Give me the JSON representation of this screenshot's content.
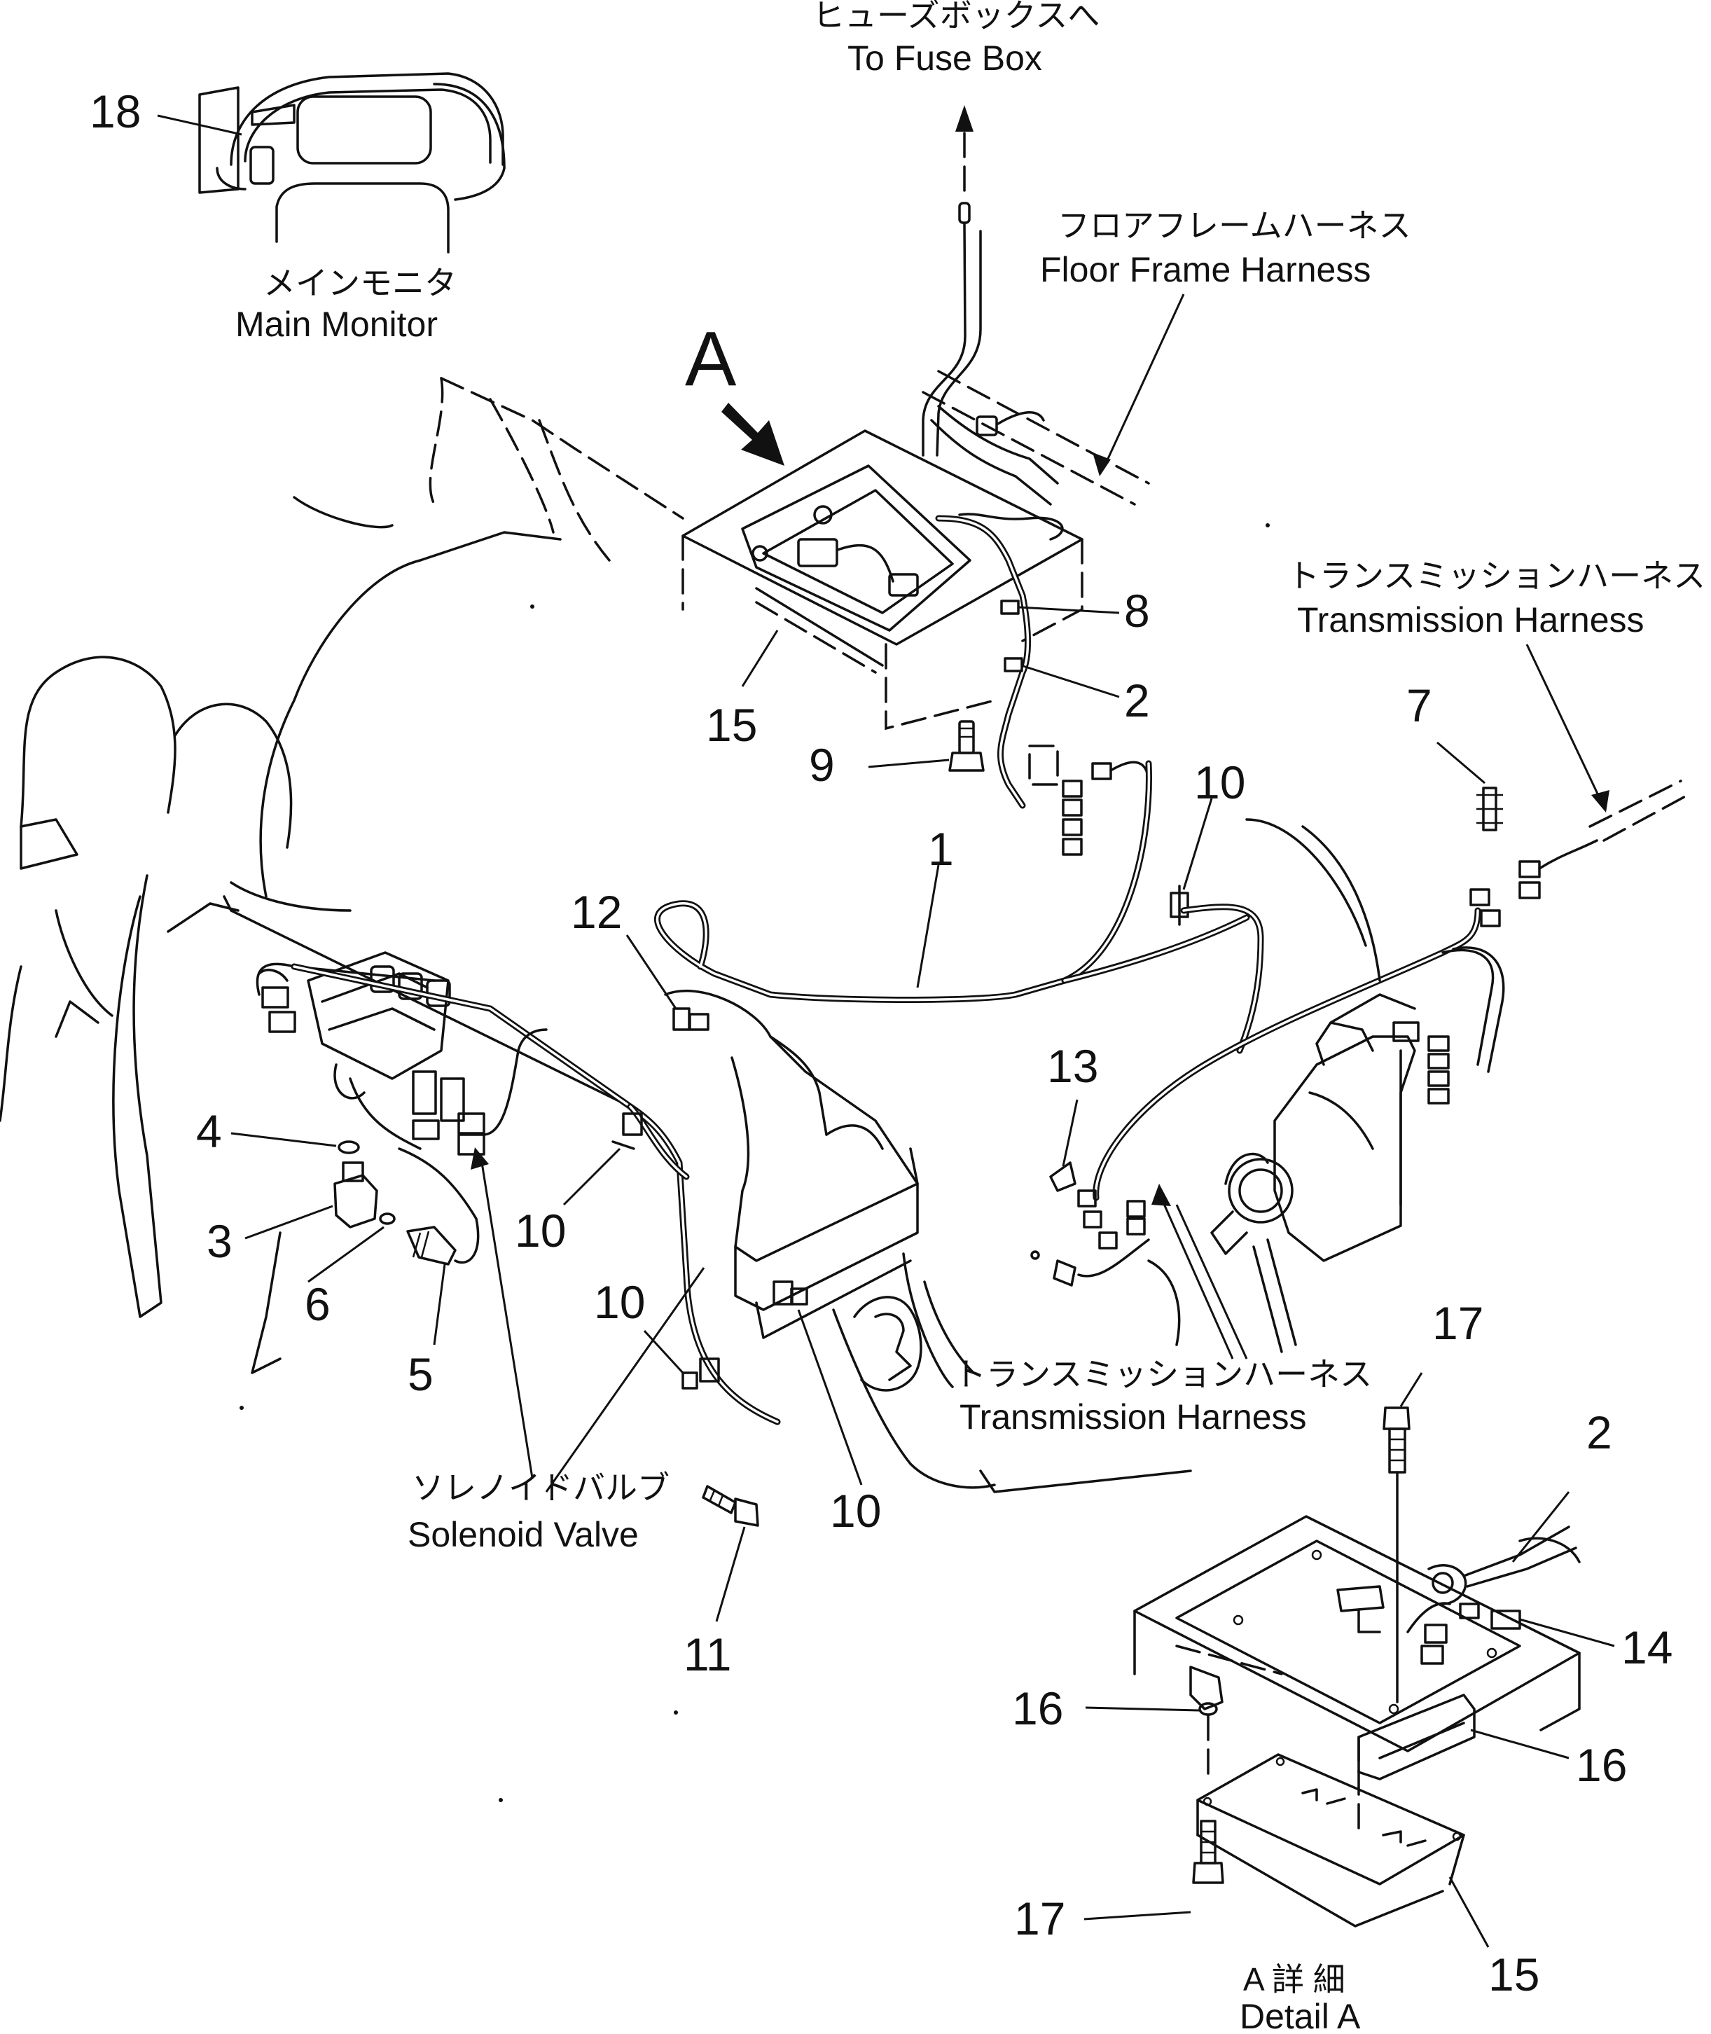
{
  "callouts": {
    "detail_flag": "A",
    "p1": "1",
    "p2_upper": "2",
    "p2_detail": "2",
    "p3": "3",
    "p4": "4",
    "p5": "5",
    "p6": "6",
    "p7": "7",
    "p8": "8",
    "p9": "9",
    "p10_upper": "10",
    "p10_left": "10",
    "p10_mid": "10",
    "p10_right": "10",
    "p11": "11",
    "p12": "12",
    "p13": "13",
    "p14": "14",
    "p15_upper": "15",
    "p15_detail": "15",
    "p16_left": "16",
    "p16_right": "16",
    "p17_top": "17",
    "p17_bottom": "17",
    "p18": "18"
  },
  "notes": {
    "fuse_box_jp": "ヒューズボックスへ",
    "fuse_box_en": "To Fuse Box",
    "main_monitor_jp": "メインモニタ",
    "main_monitor_en": "Main Monitor",
    "floor_frame_harness_jp": "フロアフレームハーネス",
    "floor_frame_harness_en": "Floor Frame Harness",
    "transmission_harness_top_jp": "トランスミッションハーネス",
    "transmission_harness_top_en": "Transmission Harness",
    "transmission_harness_mid_jp": "トランスミッションハーネス",
    "transmission_harness_mid_en": "Transmission Harness",
    "solenoid_valve_jp": "ソレノイドバルブ",
    "solenoid_valve_en": "Solenoid Valve",
    "detail_a_jp": "A 詳 細",
    "detail_a_en": "Detail A"
  }
}
